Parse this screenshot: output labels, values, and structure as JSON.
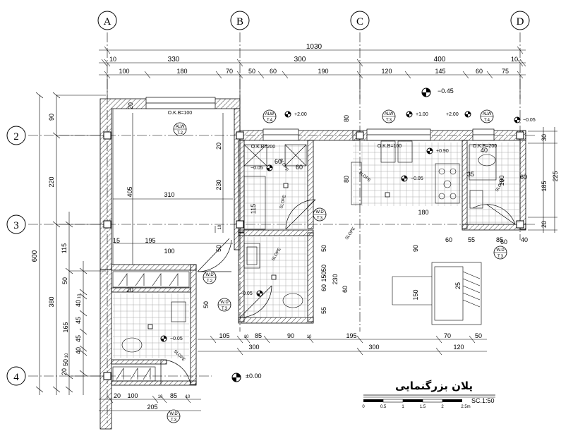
{
  "grid": {
    "columns": [
      "A",
      "B",
      "C",
      "D"
    ],
    "rows": [
      "2",
      "3",
      "4"
    ]
  },
  "top_dims": {
    "overall": "1030",
    "row1": [
      "10",
      "330",
      "300",
      "400",
      "10"
    ],
    "row2": [
      "100",
      "180",
      "70",
      "50",
      "60",
      "190",
      "120",
      "145",
      "60",
      "75"
    ]
  },
  "left_dims": {
    "overall": "600",
    "row1": [
      "90",
      "220",
      "380"
    ],
    "row2": [
      "115",
      "20"
    ],
    "row3": [
      "50",
      "10",
      "40",
      "45",
      "165",
      "45",
      "40",
      "10",
      "50"
    ]
  },
  "right_dims": [
    "30",
    "185",
    "225",
    "20"
  ],
  "bottom_dims": {
    "row1": [
      "105",
      "10",
      "85",
      "90",
      "10",
      "195",
      "70",
      "50"
    ],
    "row2": [
      "300",
      "300",
      "120"
    ],
    "row3": [
      "20",
      "100",
      "10",
      "85",
      "10"
    ],
    "row3_total": "205"
  },
  "interior_dims": [
    "20",
    "405",
    "310",
    "195",
    "100",
    "230",
    "20",
    "10",
    "50",
    "15",
    "115",
    "60",
    "80",
    "90",
    "150",
    "60",
    "55",
    "85",
    "40",
    "150",
    "55",
    "60",
    "230",
    "50",
    "60",
    "50",
    "50",
    "80",
    "60",
    "20",
    "60",
    "60",
    "35",
    "100",
    "40",
    "25"
  ],
  "levels": {
    "l1": "−0.45",
    "l2": "+2.00",
    "l3": "+1.00",
    "l4": "+2.00",
    "l5": "−0.05",
    "l6": "+0.90",
    "l7": "−0.05",
    "l8": "−0.05",
    "l9": "−0.05",
    "l10": "−0.05",
    "l11": "±0.00"
  },
  "okb": [
    "O.K.B=100",
    "O.K.B=200",
    "O.K.B=100",
    "O.K.B=200"
  ],
  "tags": [
    {
      "top": "ALW",
      "bottom": "T.2"
    },
    {
      "top": "ALW",
      "bottom": "T.4"
    },
    {
      "top": "ALW",
      "bottom": "T.3"
    },
    {
      "top": "ALW",
      "bottom": "T.4"
    },
    {
      "top": "W.D",
      "bottom": "T.3"
    },
    {
      "top": "W.D",
      "bottom": "T.2"
    },
    {
      "top": "W.D",
      "bottom": "T.3"
    },
    {
      "top": "W.D",
      "bottom": "T.3"
    },
    {
      "top": "W.D",
      "bottom": "T.3"
    }
  ],
  "slope_label": "SLOPE",
  "dim_180": "180",
  "title": "پلان بزرگنمایی",
  "scale_label": "SC.1:50",
  "scale_ticks": [
    "0",
    "0.5",
    "1",
    "1.5",
    "2",
    "2.5m"
  ],
  "colors": {
    "line": "#000000",
    "hatch": "#555555"
  }
}
